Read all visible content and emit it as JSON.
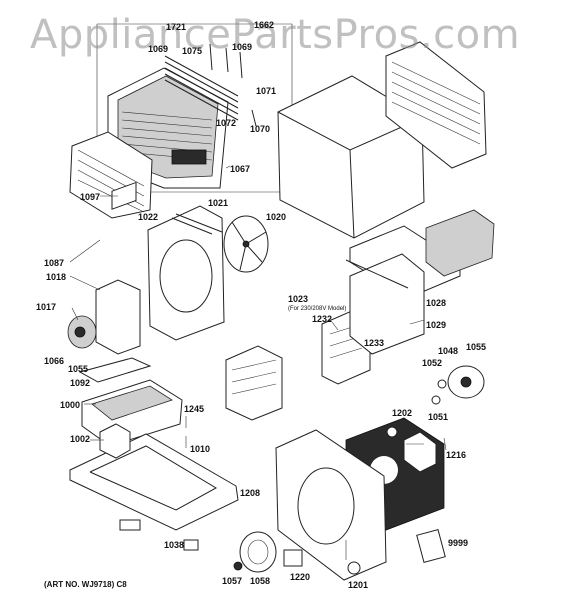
{
  "watermark": "AppliancePartsPros.com",
  "footer": "(ART NO. WJ9718)  C8",
  "callouts": [
    {
      "id": "1721",
      "text": "1721"
    },
    {
      "id": "1662",
      "text": "1662"
    },
    {
      "id": "1069a",
      "text": "1069"
    },
    {
      "id": "1075",
      "text": "1075"
    },
    {
      "id": "1069b",
      "text": "1069"
    },
    {
      "id": "1071",
      "text": "1071"
    },
    {
      "id": "1072",
      "text": "1072"
    },
    {
      "id": "1070",
      "text": "1070"
    },
    {
      "id": "1067",
      "text": "1067"
    },
    {
      "id": "1097",
      "text": "1097"
    },
    {
      "id": "1022",
      "text": "1022"
    },
    {
      "id": "1021",
      "text": "1021"
    },
    {
      "id": "1020",
      "text": "1020"
    },
    {
      "id": "1087",
      "text": "1087"
    },
    {
      "id": "1018",
      "text": "1018"
    },
    {
      "id": "1017",
      "text": "1017"
    },
    {
      "id": "1066",
      "text": "1066"
    },
    {
      "id": "1055a",
      "text": "1055"
    },
    {
      "id": "1092",
      "text": "1092"
    },
    {
      "id": "1000",
      "text": "1000"
    },
    {
      "id": "1245",
      "text": "1245"
    },
    {
      "id": "1002",
      "text": "1002"
    },
    {
      "id": "1010",
      "text": "1010"
    },
    {
      "id": "1023",
      "text": "1023"
    },
    {
      "id": "1023note",
      "text": "(For 230/208V Model)"
    },
    {
      "id": "1028",
      "text": "1028"
    },
    {
      "id": "1232",
      "text": "1232"
    },
    {
      "id": "1029",
      "text": "1029"
    },
    {
      "id": "1233",
      "text": "1233"
    },
    {
      "id": "1048",
      "text": "1048"
    },
    {
      "id": "1055b",
      "text": "1055"
    },
    {
      "id": "1052",
      "text": "1052"
    },
    {
      "id": "1202",
      "text": "1202"
    },
    {
      "id": "1051",
      "text": "1051"
    },
    {
      "id": "1216",
      "text": "1216"
    },
    {
      "id": "1208",
      "text": "1208"
    },
    {
      "id": "1038",
      "text": "1038"
    },
    {
      "id": "9999",
      "text": "9999"
    },
    {
      "id": "1057",
      "text": "1057"
    },
    {
      "id": "1058",
      "text": "1058"
    },
    {
      "id": "1220",
      "text": "1220"
    },
    {
      "id": "1201",
      "text": "1201"
    }
  ]
}
